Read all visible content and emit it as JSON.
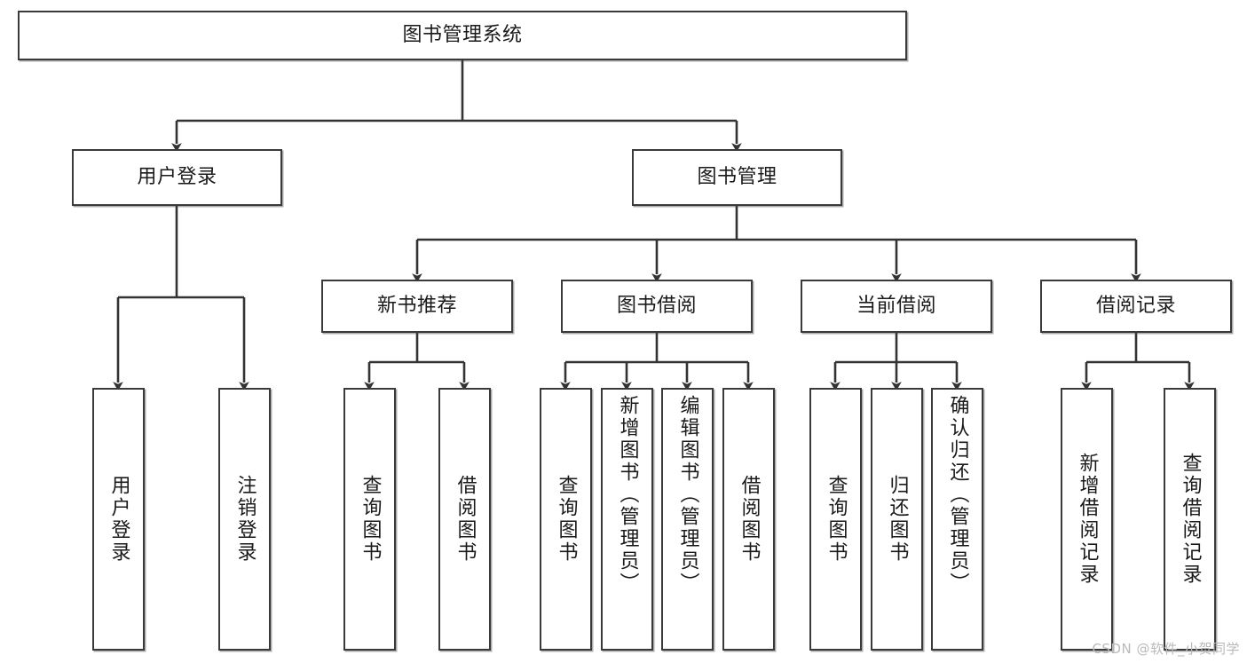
{
  "diagram": {
    "type": "tree-hierarchy",
    "title": "图书管理系统",
    "root": {
      "id": "root",
      "label": "图书管理系统"
    },
    "level2": [
      {
        "id": "user-login",
        "label": "用户登录"
      },
      {
        "id": "book-manage",
        "label": "图书管理"
      }
    ],
    "level3": [
      {
        "id": "new-book-recommend",
        "label": "新书推荐",
        "parent": "book-manage"
      },
      {
        "id": "book-borrow",
        "label": "图书借阅",
        "parent": "book-manage"
      },
      {
        "id": "current-borrow",
        "label": "当前借阅",
        "parent": "book-manage"
      },
      {
        "id": "borrow-record",
        "label": "借阅记录",
        "parent": "book-manage"
      }
    ],
    "leaves": [
      {
        "id": "leaf-user-login",
        "label": "用户登录",
        "parent": "user-login"
      },
      {
        "id": "leaf-logout-login",
        "label": "注销登录",
        "parent": "user-login"
      },
      {
        "id": "leaf-query-book-1",
        "label": "查询图书",
        "parent": "new-book-recommend"
      },
      {
        "id": "leaf-borrow-book-1",
        "label": "借阅图书",
        "parent": "new-book-recommend"
      },
      {
        "id": "leaf-query-book-2",
        "label": "查询图书",
        "parent": "book-borrow"
      },
      {
        "id": "leaf-add-book",
        "label": "新增图书（管理员）",
        "parent": "book-borrow"
      },
      {
        "id": "leaf-edit-book",
        "label": "编辑图书（管理员）",
        "parent": "book-borrow"
      },
      {
        "id": "leaf-borrow-book-2",
        "label": "借阅图书",
        "parent": "book-borrow"
      },
      {
        "id": "leaf-query-book-3",
        "label": "查询图书",
        "parent": "current-borrow"
      },
      {
        "id": "leaf-return-book",
        "label": "归还图书",
        "parent": "current-borrow"
      },
      {
        "id": "leaf-confirm-return",
        "label": "确认归还（管理员）",
        "parent": "current-borrow"
      },
      {
        "id": "leaf-add-record",
        "label": "新增借阅记录",
        "parent": "borrow-record"
      },
      {
        "id": "leaf-query-record",
        "label": "查询借阅记录",
        "parent": "borrow-record"
      }
    ]
  },
  "watermark": {
    "text": "CSDN @软件_小贺同学"
  },
  "colors": {
    "background": "#ffffff",
    "box_border": "#3a3a3a",
    "box_fill": "#ffffff",
    "connector": "#333333",
    "text": "#1a1a1a",
    "watermark": "#b9b9b9"
  }
}
